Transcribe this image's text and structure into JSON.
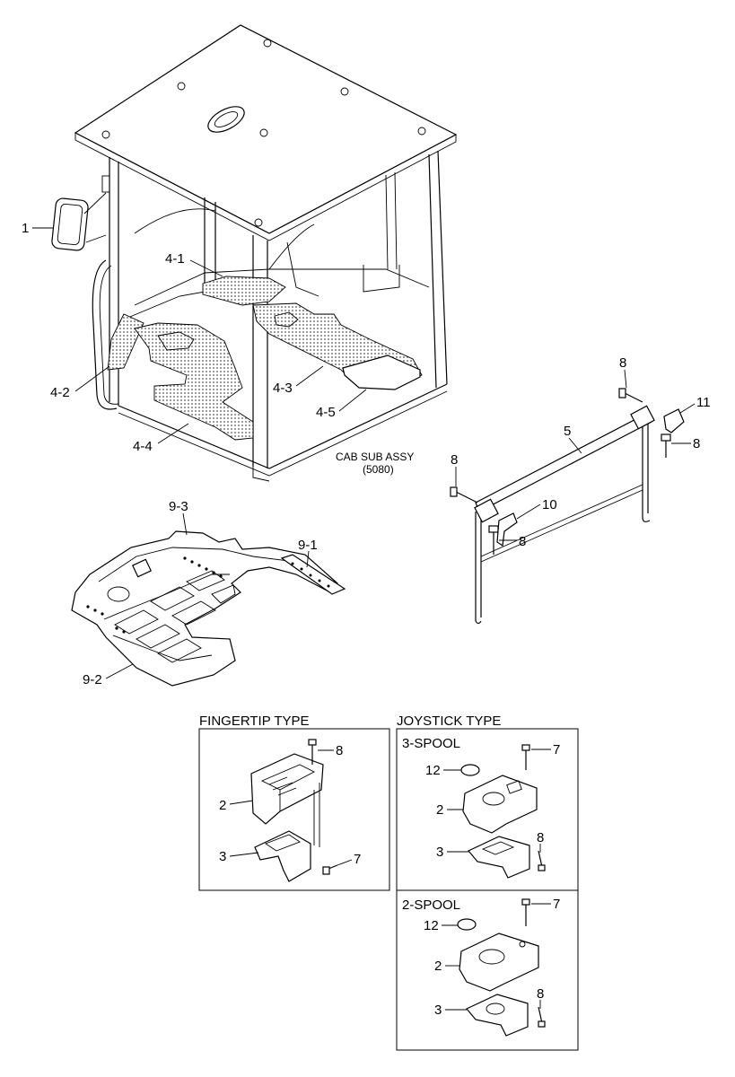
{
  "callouts": {
    "c1": "1",
    "c4_1": "4-1",
    "c4_2": "4-2",
    "c4_3": "4-3",
    "c4_4": "4-4",
    "c4_5": "4-5",
    "c8_a": "8",
    "c11": "11",
    "c8_b": "8",
    "c5": "5",
    "c8_c": "8",
    "c10": "10",
    "c8_d": "8",
    "c9_3": "9-3",
    "c9_1": "9-1",
    "c9_2": "9-2",
    "f8": "8",
    "f2": "2",
    "f3": "3",
    "f7": "7",
    "j3_7": "7",
    "j3_12": "12",
    "j3_2": "2",
    "j3_3": "3",
    "j3_8": "8",
    "j2_7": "7",
    "j2_12": "12",
    "j2_2": "2",
    "j2_3": "3",
    "j2_8": "8"
  },
  "labels": {
    "cab_sub_assy": "CAB SUB ASSY",
    "cab_code": "(5080)",
    "fingertip_type": "FINGERTIP TYPE",
    "joystick_type": "JOYSTICK TYPE",
    "spool_3": "3-SPOOL",
    "spool_2": "2-SPOOL"
  }
}
